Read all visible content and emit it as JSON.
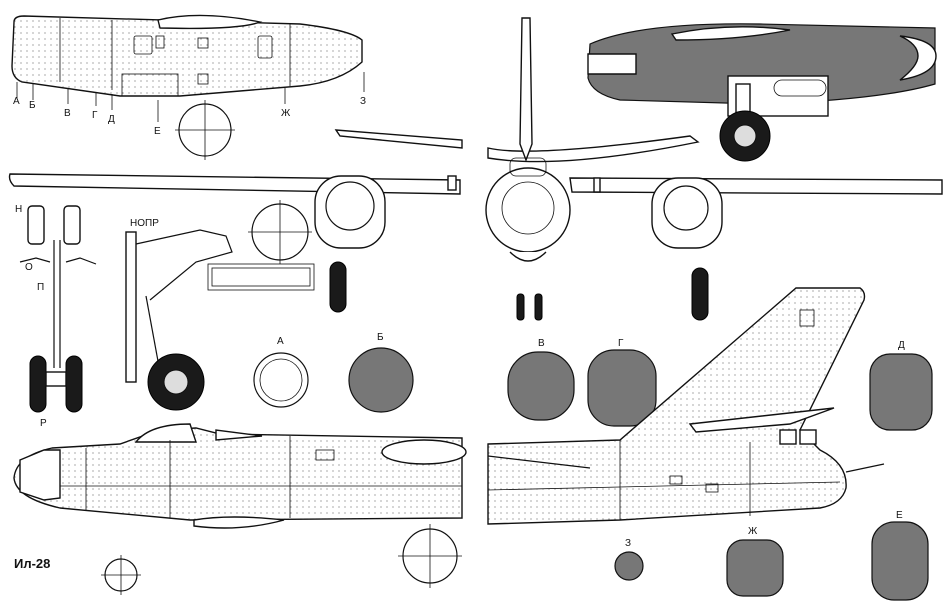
{
  "title": "Ил-28",
  "side_view_stations": [
    "А",
    "Б",
    "В",
    "Г",
    "Д",
    "Е",
    "Ж",
    "З"
  ],
  "gear_labels": {
    "main_front": "Н",
    "main_o": "О",
    "main_p": "П",
    "main_r": "Р",
    "nose": "НОПР"
  },
  "sections": [
    {
      "id": "A",
      "label": "А"
    },
    {
      "id": "B",
      "label": "Б"
    },
    {
      "id": "V",
      "label": "В"
    },
    {
      "id": "G",
      "label": "Г"
    },
    {
      "id": "D",
      "label": "Д"
    },
    {
      "id": "E",
      "label": "Е"
    },
    {
      "id": "Zh",
      "label": "Ж"
    },
    {
      "id": "Z",
      "label": "З"
    }
  ],
  "colors": {
    "line": "#111111",
    "section_fill": "#777777",
    "tyre": "#1a1a1a",
    "paper": "#ffffff"
  }
}
